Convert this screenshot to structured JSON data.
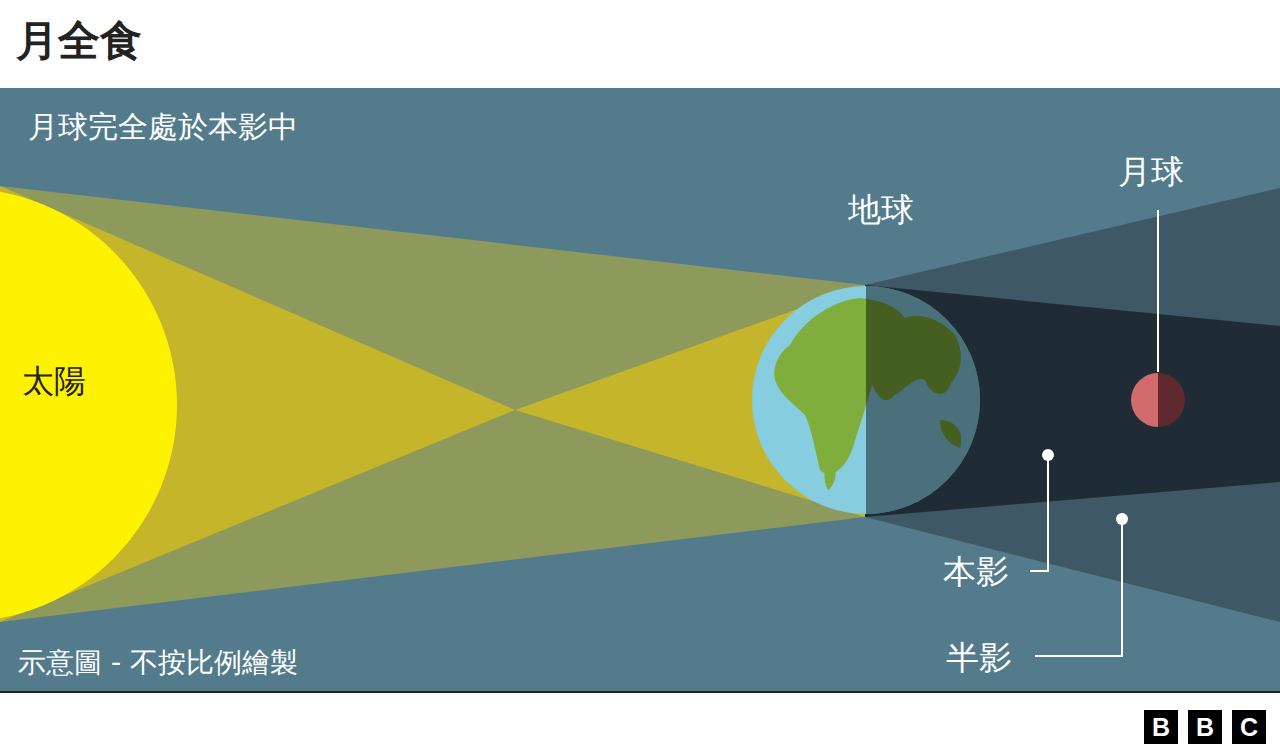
{
  "diagram": {
    "title": "月全食",
    "nodes": [
      {
        "text": [
          "太陽"
        ]
      }
    ],
    "edges": [],
    "labels": [
      "月球完全處於本影中",
      "地球",
      "月球",
      "本影",
      "半影",
      "示意圖 - 不按比例繪製",
      "B",
      "B",
      "C"
    ]
  }
}
